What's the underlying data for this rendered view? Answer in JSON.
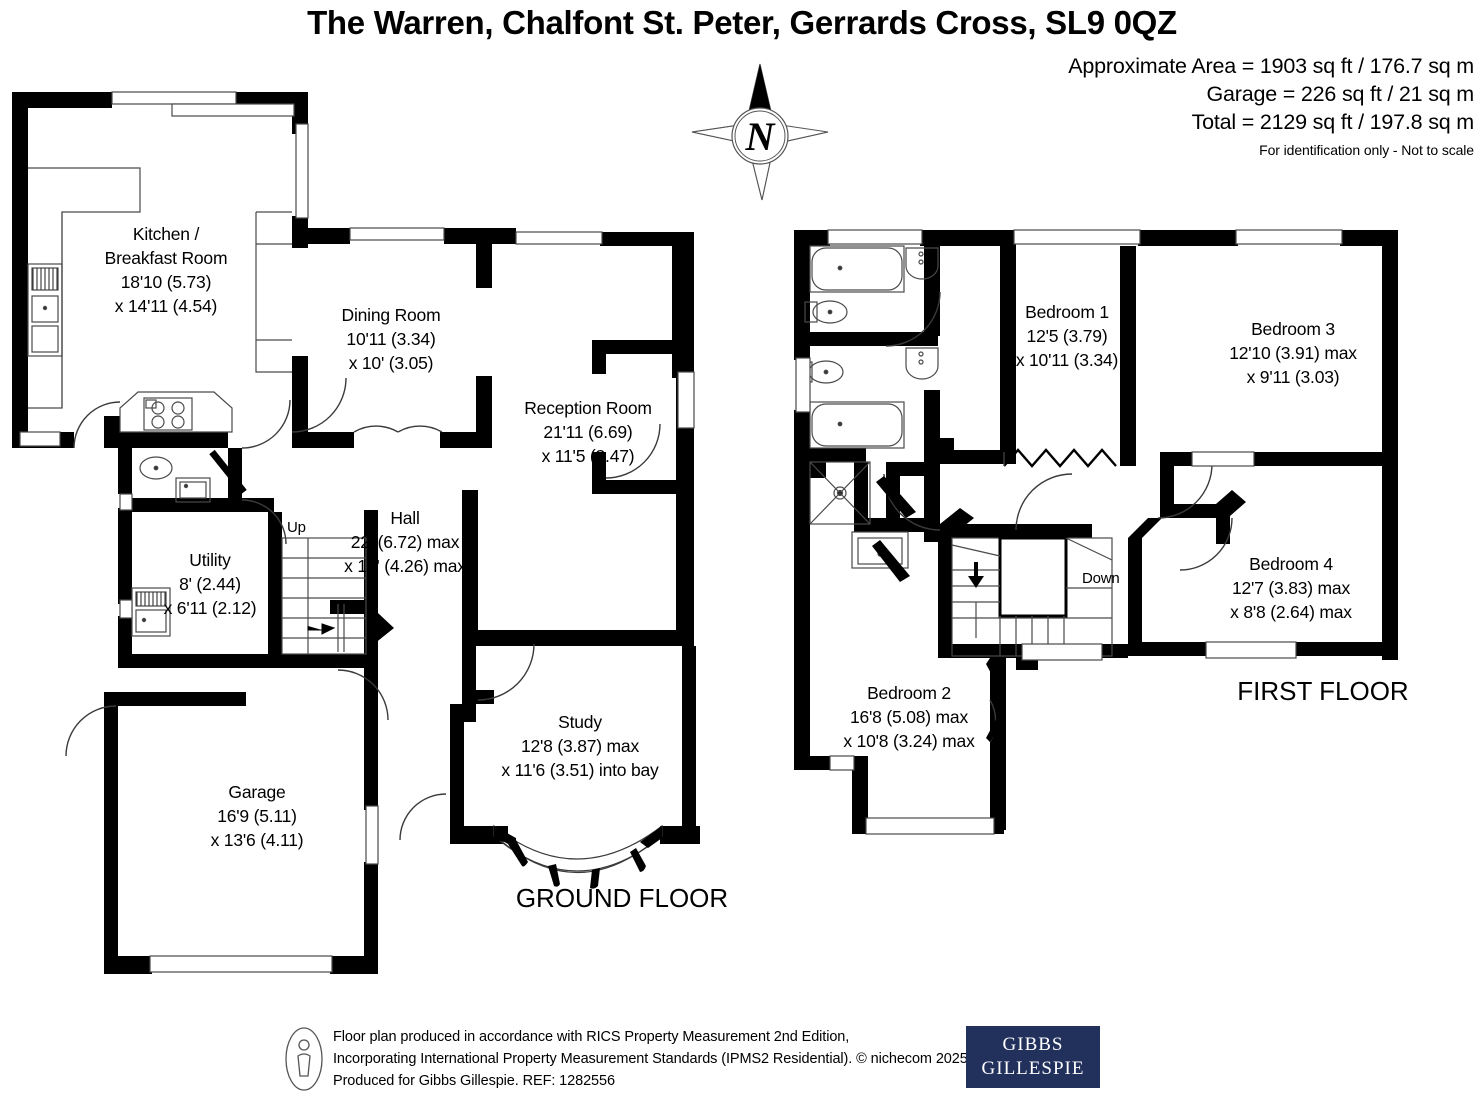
{
  "header": {
    "title": "The Warren, Chalfont St. Peter, Gerrards Cross, SL9 0QZ",
    "approximate_area": "Approximate Area = 1903 sq ft / 176.7 sq m",
    "garage_area": "Garage = 226 sq ft / 21 sq m",
    "total_area": "Total = 2129 sq ft / 197.8 sq m",
    "disclaimer": "For identification only - Not to scale",
    "compass_letter": "N"
  },
  "ground_floor": {
    "caption": "GROUND FLOOR",
    "rooms": [
      {
        "name": "Kitchen /",
        "name2": "Breakfast Room",
        "dim1": "18'10 (5.73)",
        "dim2": "x 14'11 (4.54)"
      },
      {
        "name": "Dining Room",
        "dim1": "10'11 (3.34)",
        "dim2": "x 10' (3.05)"
      },
      {
        "name": "Reception Room",
        "dim1": "21'11 (6.69)",
        "dim2": "x 11'5 (3.47)"
      },
      {
        "name": "Hall",
        "dim1": "22' (6.72) max",
        "dim2": "x 14' (4.26) max"
      },
      {
        "name": "Utility",
        "dim1": "8' (2.44)",
        "dim2": "x 6'11 (2.12)"
      },
      {
        "name": "Study",
        "dim1": "12'8 (3.87) max",
        "dim2": "x 11'6 (3.51) into bay"
      },
      {
        "name": "Garage",
        "dim1": "16'9 (5.11)",
        "dim2": "x 13'6 (4.11)"
      }
    ],
    "stair_marker": "Up"
  },
  "first_floor": {
    "caption": "FIRST FLOOR",
    "rooms": [
      {
        "name": "Bedroom 1",
        "dim1": "12'5 (3.79)",
        "dim2": "x 10'11 (3.34)"
      },
      {
        "name": "Bedroom 3",
        "dim1": "12'10 (3.91) max",
        "dim2": "x 9'11 (3.03)"
      },
      {
        "name": "Bedroom 4",
        "dim1": "12'7 (3.83) max",
        "dim2": "x 8'8 (2.64) max"
      },
      {
        "name": "Bedroom 2",
        "dim1": "16'8 (5.08) max",
        "dim2": "x 10'8 (3.24) max"
      }
    ],
    "stair_marker": "Down"
  },
  "footer": {
    "line1": "Floor plan produced in accordance with RICS Property Measurement 2nd Edition,",
    "line2": "Incorporating International Property Measurement Standards (IPMS2 Residential).   © nichecom 2025.",
    "line3": "Produced for Gibbs Gillespie.   REF:  1282556",
    "logo_line1": "GIBBS",
    "logo_line2": "GILLESPIE"
  },
  "colors": {
    "wall": "#000000",
    "fixture_line": "#3a3a3a",
    "logo_bg": "#22305c",
    "paper": "#ffffff"
  }
}
